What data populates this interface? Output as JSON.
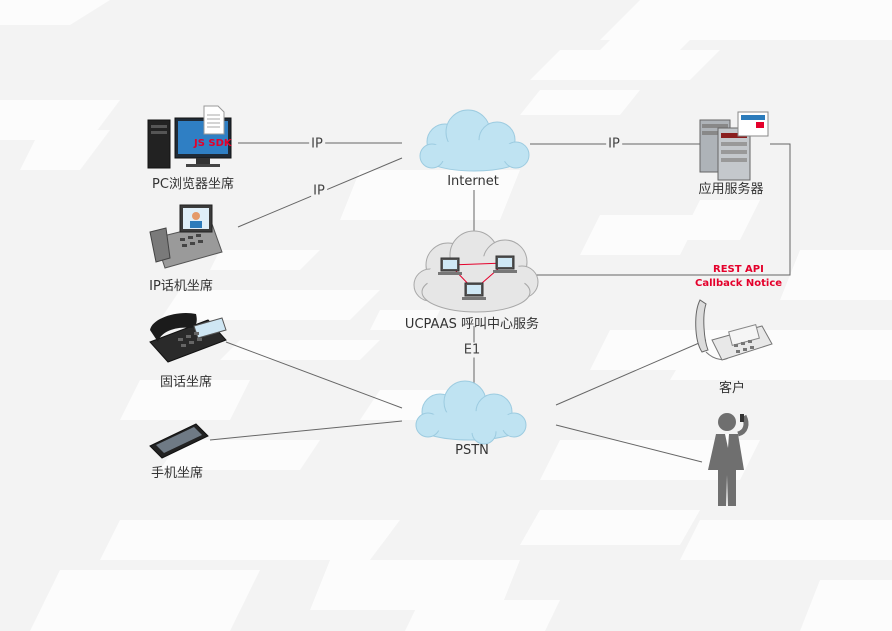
{
  "nodes": {
    "pc": "PC浏览器坐席",
    "sdk": "JS SDK",
    "ip_phone": "IP话机坐席",
    "fixed_phone": "固话坐席",
    "mobile": "手机坐席",
    "internet": "Internet",
    "ucpaas": "UCPAAS 呼叫中心服务",
    "pstn": "PSTN",
    "app_server": "应用服务器",
    "customer": "客户"
  },
  "edges": {
    "pc_internet": "IP",
    "ipphone_internet": "IP",
    "internet_server": "IP",
    "ucpaas_pstn": "E1",
    "rest_api": "REST API",
    "callback": "Callback Notice"
  },
  "colors": {
    "cloud": "#bfe3f2",
    "cloud_small": "#e6e6e6",
    "accent_red": "#e4002b",
    "line": "#666666"
  }
}
